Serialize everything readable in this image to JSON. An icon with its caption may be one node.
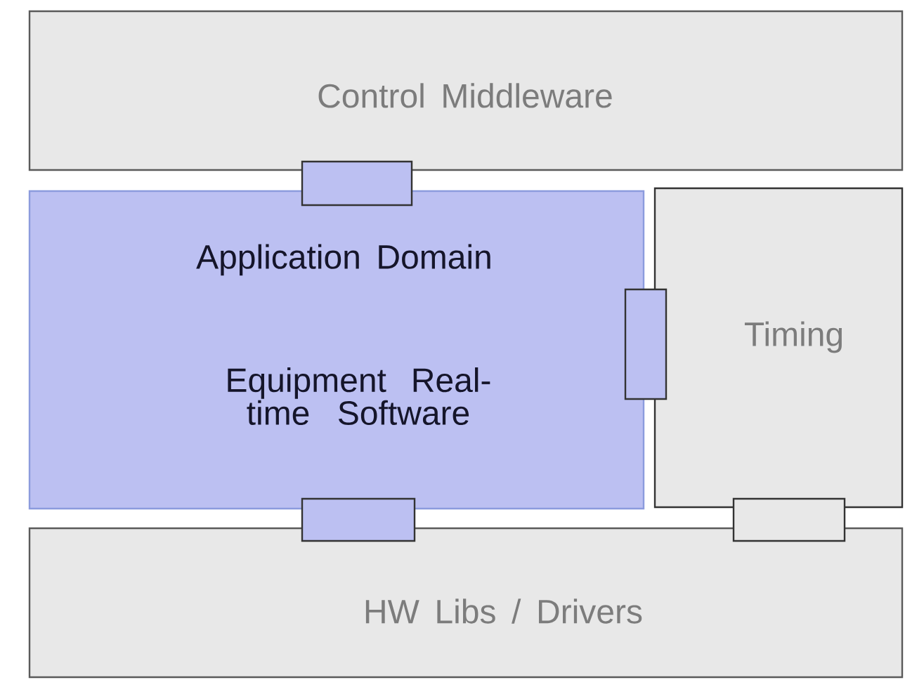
{
  "diagram": {
    "nodes": [
      {
        "text": [
          "Control Middleware"
        ]
      },
      {
        "text": [
          "Application Domain",
          "Equipment Real-time Software"
        ]
      },
      {
        "text": [
          "Timing"
        ]
      },
      {
        "text": [
          "HW Libs / Drivers"
        ]
      },
      {
        "text": [],
        "shape": "box"
      },
      {
        "text": [],
        "shape": "box"
      },
      {
        "text": [],
        "shape": "box"
      },
      {
        "text": [],
        "shape": "box"
      }
    ]
  }
}
